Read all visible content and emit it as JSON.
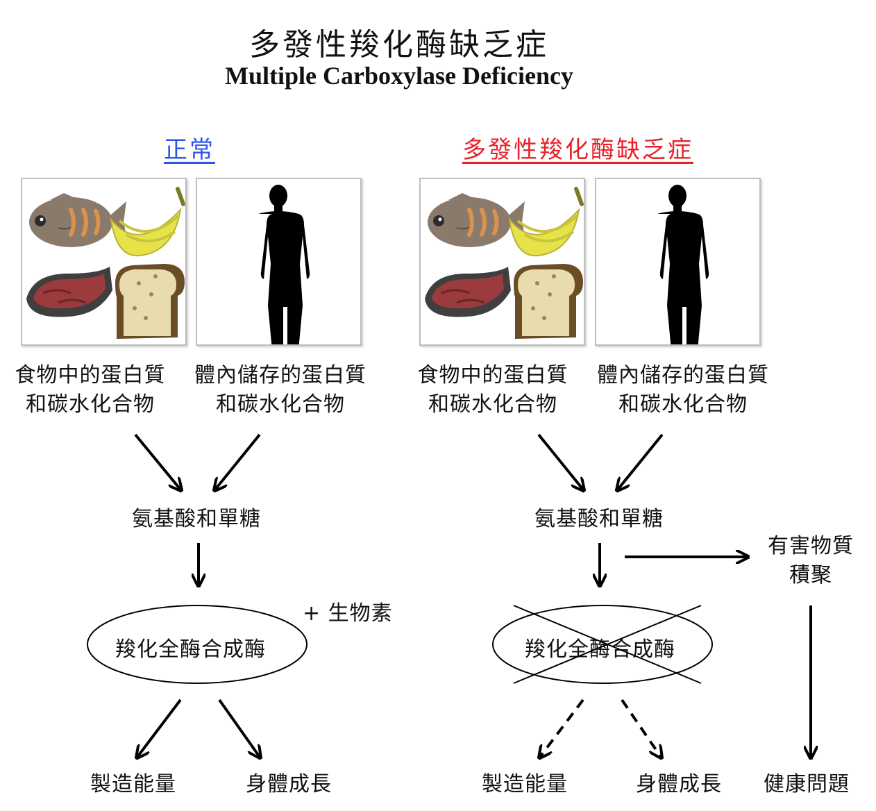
{
  "title_zh": "多發性羧化酶缺乏症",
  "title_en": "Multiple Carboxylase Deficiency",
  "colors": {
    "normal_heading": "#2f54eb",
    "disease_heading": "#e8202a",
    "arrow": "#000000"
  },
  "left": {
    "heading": "正常",
    "food_caption": [
      "食物中的蛋白質",
      "和碳水化合物"
    ],
    "body_caption": [
      "體內儲存的蛋白質",
      "和碳水化合物"
    ],
    "amino": "氨基酸和單糖",
    "biotin": "+ 生物素",
    "enzyme": "羧化全酶合成酶",
    "outcome_energy": "製造能量",
    "outcome_growth": "身體成長"
  },
  "right": {
    "heading": "多發性羧化酶缺乏症",
    "food_caption": [
      "食物中的蛋白質",
      "和碳水化合物"
    ],
    "body_caption": [
      "體內儲存的蛋白質",
      "和碳水化合物"
    ],
    "amino": "氨基酸和單糖",
    "toxic": [
      "有害物質",
      "積聚"
    ],
    "enzyme": "羧化全酶合成酶",
    "outcome_energy": "製造能量",
    "outcome_growth": "身體成長",
    "outcome_health": "健康問題"
  },
  "icons": [
    "fish-icon",
    "banana-icon",
    "steak-icon",
    "bread-icon",
    "human-silhouette-icon"
  ]
}
